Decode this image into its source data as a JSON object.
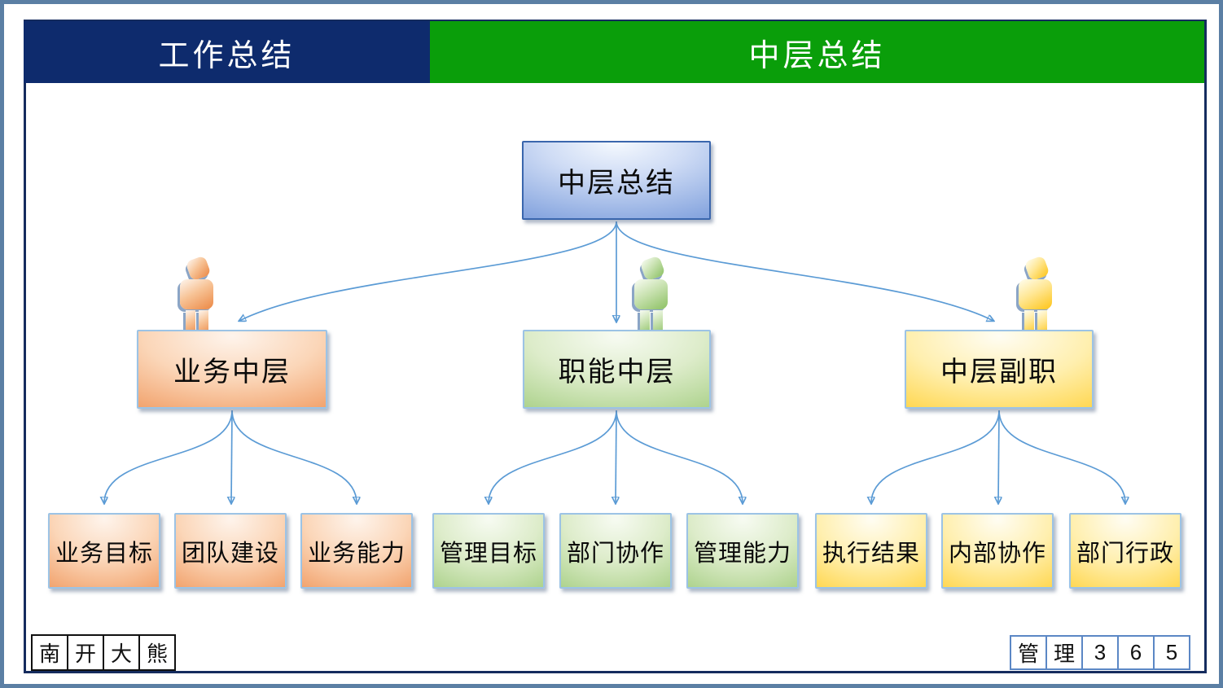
{
  "header": {
    "left_tab": "工作总结",
    "right_tab": "中层总结"
  },
  "tree": {
    "root": "中层总结",
    "groups": [
      {
        "theme": "orange",
        "label": "业务中层",
        "children": [
          "业务目标",
          "团队建设",
          "业务能力"
        ]
      },
      {
        "theme": "green",
        "label": "职能中层",
        "children": [
          "管理目标",
          "部门协作",
          "管理能力"
        ]
      },
      {
        "theme": "yellow",
        "label": "中层副职",
        "children": [
          "执行结果",
          "内部协作",
          "部门行政"
        ]
      }
    ]
  },
  "footer": {
    "left": [
      "南",
      "开",
      "大",
      "熊"
    ],
    "right": [
      "管",
      "理",
      "3",
      "6",
      "5"
    ]
  },
  "colors": {
    "header_left_bg": "#0e2b6d",
    "header_right_bg": "#0a9e0a",
    "connector": "#5b9bd5",
    "outer_frame": "#5b7fa4",
    "inner_frame": "#152c5e",
    "orange": "#ed7d31",
    "green": "#8bbd60",
    "yellow": "#ffc000",
    "blue": "#6388cf"
  }
}
